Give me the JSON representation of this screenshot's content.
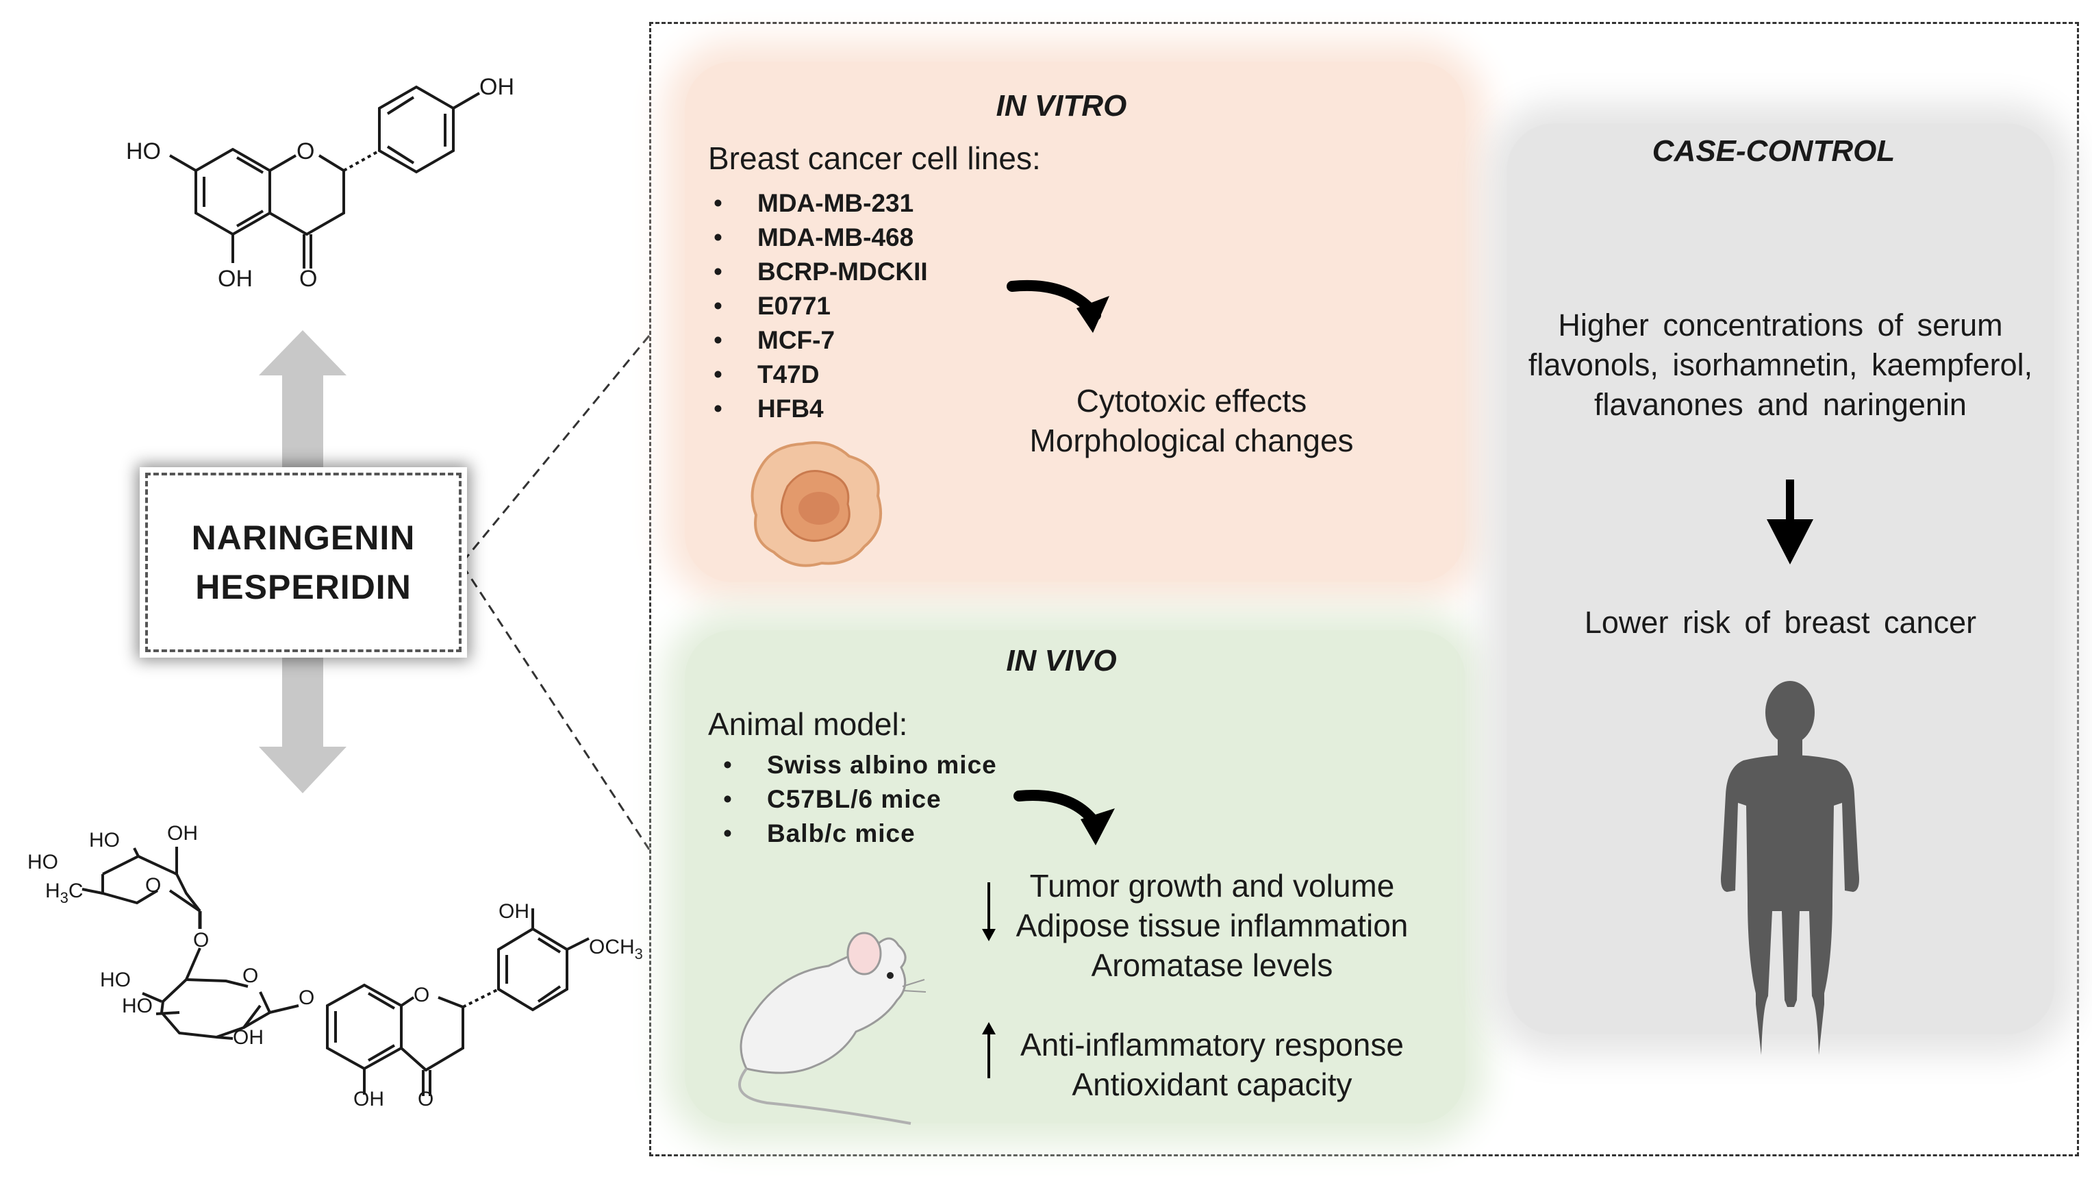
{
  "structures": {
    "naringenin_atoms": {
      "oh_top": "OH",
      "ho_left": "HO",
      "o_ring": "O",
      "oh_bottom": "OH",
      "o_ketone": "O"
    },
    "hesperidin_atoms": {
      "oh_a": "OH",
      "ho_b": "HO",
      "ho_c": "HO",
      "h3c": "H",
      "h3c_sub": "3",
      "h3c_c": "C",
      "o_ring1": "O",
      "o_link1": "O",
      "ho_d": "HO",
      "o_ring2": "O",
      "ho_e": "HO",
      "oh_f": "OH",
      "o_link2": "O",
      "o_ring3": "O",
      "oh_g": "OH",
      "och3_o": "OCH",
      "och3_sub": "3",
      "oh_h": "OH",
      "o_ketone": "O"
    }
  },
  "compound_box": {
    "line1": "NARINGENIN",
    "line2": "HESPERIDIN"
  },
  "in_vitro": {
    "title": "IN VITRO",
    "lead": "Breast cancer cell lines:",
    "cell_lines": [
      "MDA-MB-231",
      "MDA-MB-468",
      "BCRP-MDCKII",
      "E0771",
      "MCF-7",
      "T47D",
      "HFB4"
    ],
    "effects": [
      "Cytotoxic effects",
      "Morphological changes"
    ]
  },
  "in_vivo": {
    "title": "IN VIVO",
    "lead": "Animal model:",
    "models": [
      "Swiss albino mice",
      "C57BL/6 mice",
      "Balb/c mice"
    ],
    "decreased": [
      "Tumor growth and volume",
      "Adipose tissue inflammation",
      "Aromatase levels"
    ],
    "increased": [
      "Anti-inflammatory response",
      "Antioxidant capacity"
    ]
  },
  "case_control": {
    "title": "CASE-CONTROL",
    "finding_lines": [
      "Higher concentrations of serum",
      "flavonols, isorhamnetin, kaempferol,",
      "flavanones and naringenin"
    ],
    "outcome": "Lower risk of breast cancer"
  },
  "colors": {
    "in_vitro_panel": "#fbe6da",
    "in_vivo_panel": "#e3eedc",
    "case_control_panel": "#e5e5e5",
    "arrow_gray": "#c8c8c8",
    "human_silhouette": "#5a5a5a"
  }
}
